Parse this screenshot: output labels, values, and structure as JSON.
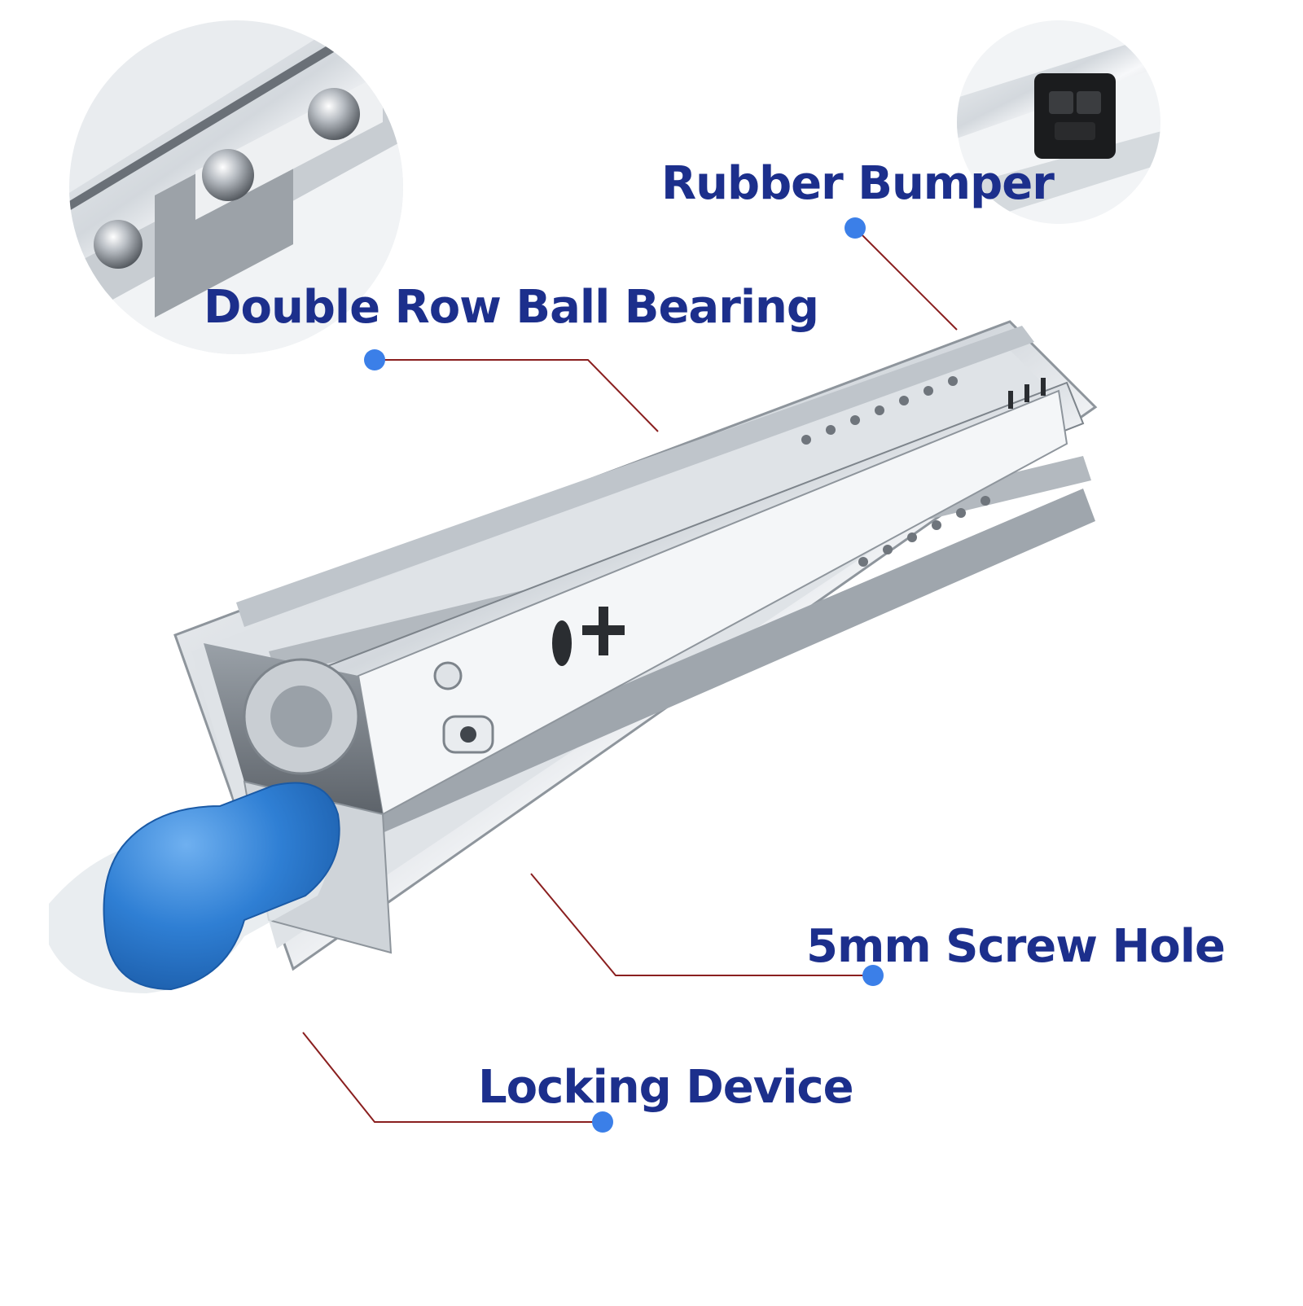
{
  "callouts": {
    "rubber_bumper": "Rubber Bumper",
    "double_row_ball_bearing": "Double Row Ball Bearing",
    "screw_hole": "5mm Screw Hole",
    "locking_device": "Locking Device"
  },
  "colors": {
    "label_text": "#1c2f8c",
    "callout_dot": "#3b7fe8",
    "leader_line": "#8a1f1f",
    "handle": "#2f7fd4"
  }
}
